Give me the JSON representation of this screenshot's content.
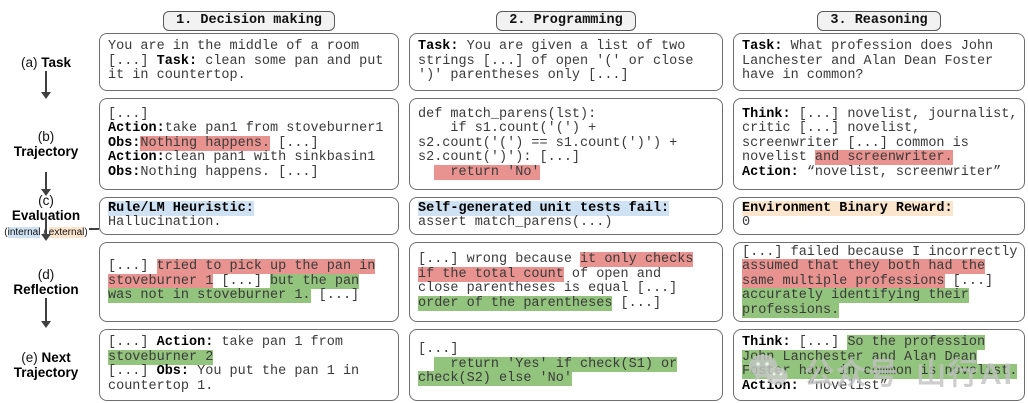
{
  "colors": {
    "highlight_red": "#e8938f",
    "highlight_green": "#93c47d",
    "highlight_blue": "#cfe2f3",
    "highlight_orange": "#fce5cd"
  },
  "rail": {
    "a": {
      "lines": [
        [
          {
            "t": "(a) "
          },
          {
            "t": "Task",
            "b": true
          }
        ]
      ]
    },
    "b": {
      "lines": [
        [
          {
            "t": "(b)"
          }
        ],
        [
          {
            "t": "Trajectory",
            "b": true
          }
        ]
      ]
    },
    "c": {
      "lines": [
        [
          {
            "t": "(c)"
          }
        ],
        [
          {
            "t": "Evaluation",
            "b": true
          }
        ],
        [
          {
            "t": "(",
            "sm": true
          },
          {
            "t": "internal",
            "sm": true,
            "hl": "blue"
          },
          {
            "t": " / ",
            "sm": true
          },
          {
            "t": "external",
            "sm": true,
            "hl": "orange"
          },
          {
            "t": ")",
            "sm": true
          }
        ]
      ]
    },
    "d": {
      "lines": [
        [
          {
            "t": "(d)"
          }
        ],
        [
          {
            "t": "Reflection",
            "b": true
          }
        ]
      ]
    },
    "e": {
      "lines": [
        [
          {
            "t": "(e) "
          },
          {
            "t": "Next",
            "b": true
          }
        ],
        [
          {
            "t": "Trajectory",
            "b": true
          }
        ]
      ]
    }
  },
  "columns": [
    {
      "tab": "1. Decision making",
      "task": {
        "lines": [
          [
            {
              "t": "You are in the middle of a room"
            }
          ],
          [
            {
              "t": "[...] "
            },
            {
              "t": "Task:",
              "b": true
            },
            {
              "t": " clean some pan and put"
            }
          ],
          [
            {
              "t": "it in countertop."
            }
          ]
        ]
      },
      "trajectory": {
        "lines": [
          [
            {
              "t": "[...]"
            }
          ],
          [
            {
              "t": "Action:",
              "b": true
            },
            {
              "t": "take pan1 from stoveburner1"
            }
          ],
          [
            {
              "t": "Obs:",
              "b": true
            },
            {
              "t": "Nothing happens.",
              "hl": "red"
            },
            {
              "t": " [...]"
            }
          ],
          [
            {
              "t": "Action:",
              "b": true
            },
            {
              "t": "clean pan1 with sinkbasin1"
            }
          ],
          [
            {
              "t": "Obs:",
              "b": true
            },
            {
              "t": "Nothing happens. [...]"
            }
          ]
        ]
      },
      "evaluation": {
        "lines": [
          [
            {
              "t": "Rule/LM Heuristic:",
              "b": true,
              "hl": "blue"
            }
          ],
          [
            {
              "t": "Hallucination."
            }
          ]
        ]
      },
      "reflection": {
        "lines": [
          [
            {
              "t": "[...] "
            },
            {
              "t": "tried to pick up the pan in",
              "hl": "red"
            }
          ],
          [
            {
              "t": "stoveburner 1",
              "hl": "red"
            },
            {
              "t": " [...] "
            },
            {
              "t": "but the pan",
              "hl": "green"
            }
          ],
          [
            {
              "t": "was not in stoveburner 1.",
              "hl": "green"
            },
            {
              "t": " [...]"
            }
          ]
        ]
      },
      "next": {
        "lines": [
          [
            {
              "t": "[...] "
            },
            {
              "t": "Action:",
              "b": true
            },
            {
              "t": " take pan 1 from"
            }
          ],
          [
            {
              "t": "stoveburner 2",
              "hl": "green"
            }
          ],
          [
            {
              "t": "[...] "
            },
            {
              "t": "Obs:",
              "b": true
            },
            {
              "t": " You put the pan 1 in"
            }
          ],
          [
            {
              "t": "countertop 1."
            }
          ]
        ]
      }
    },
    {
      "tab": "2. Programming",
      "task": {
        "lines": [
          [
            {
              "t": "Task:",
              "b": true
            },
            {
              "t": " You are given a list of two"
            }
          ],
          [
            {
              "t": "strings [...] of open '(' or close"
            }
          ],
          [
            {
              "t": "')' parentheses only [...]"
            }
          ]
        ]
      },
      "trajectory": {
        "lines": [
          [
            {
              "t": "def match_parens(lst):"
            }
          ],
          [
            {
              "t": "    if s1.count('(') +"
            }
          ],
          [
            {
              "t": "s2.count('(') == s1.count(')') +"
            }
          ],
          [
            {
              "t": "s2.count(')'): [...]"
            }
          ],
          [
            {
              "t": "  "
            },
            {
              "t": "  return 'No'",
              "hl": "red"
            }
          ]
        ]
      },
      "evaluation": {
        "lines": [
          [
            {
              "t": "Self-generated unit tests fail:",
              "b": true,
              "hl": "blue"
            }
          ],
          [
            {
              "t": "assert match_parens(...)"
            }
          ]
        ]
      },
      "reflection": {
        "lines": [
          [
            {
              "t": "[...] wrong because "
            },
            {
              "t": "it only checks",
              "hl": "red"
            }
          ],
          [
            {
              "t": "if the total count",
              "hl": "red"
            },
            {
              "t": " of open and"
            }
          ],
          [
            {
              "t": "close parentheses is equal [...]"
            }
          ],
          [
            {
              "t": "order of the parentheses",
              "hl": "green"
            },
            {
              "t": " [...]"
            }
          ]
        ]
      },
      "next": {
        "lines": [
          [
            {
              "t": "[...]"
            }
          ],
          [
            {
              "t": "  "
            },
            {
              "t": "  return 'Yes' if check(S1) or",
              "hl": "green"
            }
          ],
          [
            {
              "t": "check(S2) else 'No'",
              "hl": "green"
            }
          ]
        ]
      }
    },
    {
      "tab": "3. Reasoning",
      "task": {
        "lines": [
          [
            {
              "t": "Task:",
              "b": true
            },
            {
              "t": " What profession does John"
            }
          ],
          [
            {
              "t": "Lanchester and Alan Dean Foster"
            }
          ],
          [
            {
              "t": "have in common?"
            }
          ]
        ]
      },
      "trajectory": {
        "lines": [
          [
            {
              "t": "Think:",
              "b": true
            },
            {
              "t": " [...] novelist, journalist,"
            }
          ],
          [
            {
              "t": "critic [...] novelist,"
            }
          ],
          [
            {
              "t": "screenwriter [...] common is"
            }
          ],
          [
            {
              "t": "novelist "
            },
            {
              "t": "and screenwriter.",
              "hl": "red"
            }
          ],
          [
            {
              "t": "Action:",
              "b": true
            },
            {
              "t": " “novelist, screenwriter”"
            }
          ]
        ]
      },
      "evaluation": {
        "lines": [
          [
            {
              "t": "Environment Binary Reward:",
              "b": true,
              "hl": "orange"
            }
          ],
          [
            {
              "t": "0"
            }
          ]
        ]
      },
      "reflection": {
        "lines": [
          [
            {
              "t": "[...] failed because I incorrectly"
            }
          ],
          [
            {
              "t": "assumed that they both had the",
              "hl": "red"
            }
          ],
          [
            {
              "t": "same multiple professions",
              "hl": "red"
            },
            {
              "t": " [...]"
            }
          ],
          [
            {
              "t": "accurately identifying their",
              "hl": "green"
            }
          ],
          [
            {
              "t": "professions.",
              "hl": "green"
            }
          ]
        ]
      },
      "next": {
        "lines": [
          [
            {
              "t": "Think:",
              "b": true
            },
            {
              "t": " [...] "
            },
            {
              "t": "So the profession",
              "hl": "green"
            }
          ],
          [
            {
              "t": "John Lanchester and Alan Dean",
              "hl": "green"
            }
          ],
          [
            {
              "t": "Foster have in common is novelist.",
              "hl": "green"
            }
          ],
          [
            {
              "t": "Action:",
              "b": true
            },
            {
              "t": " “novelist”"
            }
          ]
        ]
      }
    }
  ],
  "watermark": {
    "icon": "wechat-icon",
    "text1": "公众号",
    "text2": "山行AI"
  }
}
